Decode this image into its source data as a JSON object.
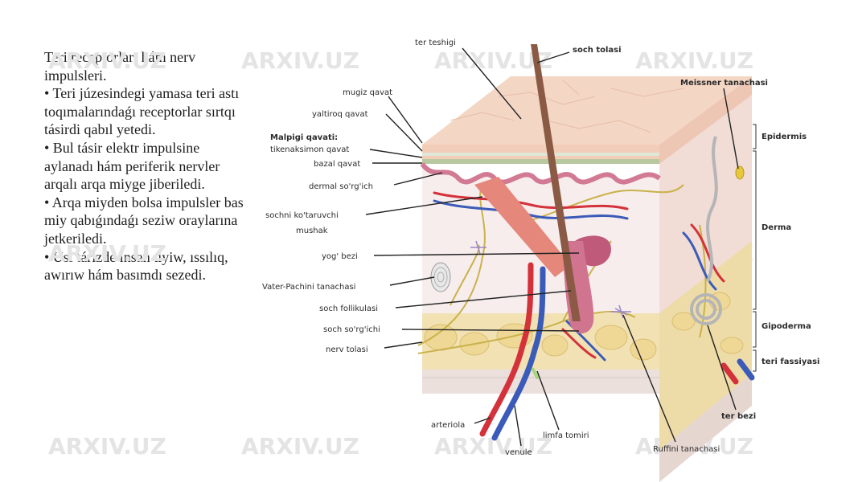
{
  "text": {
    "paragraphs": [
      "Teri receptorlari hám nerv impulsleri.",
      "• Teri júzesindegi yamasa teri astı toqımalarındaǵı receptorlar sırtqı tásirdi qabıl yetedi.",
      "• Bul tásir elektr impulsine aylanadı hám periferik nervler arqalı arqa miyge jiberiledi.",
      "• Arqa miyden bolsa impulsler bas miy qabıǵındaǵı seziw oraylarına jetkeriledi.",
      "• Usı tárizde insan tiyiw, ıssılıq, awırıw hám basımdı sezedi."
    ]
  },
  "watermark": "ARXIV.UZ",
  "diagram": {
    "labels_left": {
      "ter_teshigi": "ter teshigi",
      "mugiz_qavat": "mugiz qavat",
      "yaltiroq_qavat": "yaltiroq qavat",
      "malpigi_1": "Malpigi qavati:",
      "malpigi_2": "tikenaksimon qavat",
      "bazal_qavat": "bazal qavat",
      "dermal_sorgich": "dermal so'rg'ich",
      "sochni_1": "sochni ko'taruvchi",
      "sochni_2": "mushak",
      "yog_bezi": "yog' bezi",
      "vater_pachini": "Vater-Pachini tanachasi",
      "soch_follikulasi": "soch follikulasi",
      "soch_sorgichi": "soch so'rg'ichi",
      "nerv_tolasi": "nerv tolasi"
    },
    "labels_right": {
      "soch_tolasi": "soch tolasi",
      "meissner": "Meissner tanachasi",
      "epidermis": "Epidermis",
      "derma": "Derma",
      "gipoderma": "Gipoderma",
      "teri_fassiyasi": "teri fassiyasi",
      "ter_bezi": "ter bezi"
    },
    "labels_bottom": {
      "arteriola": "arteriola",
      "venule": "venule",
      "limfa_tomiri": "limfa tomiri",
      "ruffini": "Ruffini tanachasi"
    },
    "colors": {
      "epidermis_top": "#f4d6c4",
      "dermis": "#f6ecec",
      "hypodermis": "#f3e3b6",
      "fat_cells": "#f0dc9e",
      "artery": "#d4323a",
      "vein": "#3a5bb8",
      "nerve": "#c9b24a",
      "hair": "#8a5a44",
      "gland": "#c05a7a"
    }
  }
}
